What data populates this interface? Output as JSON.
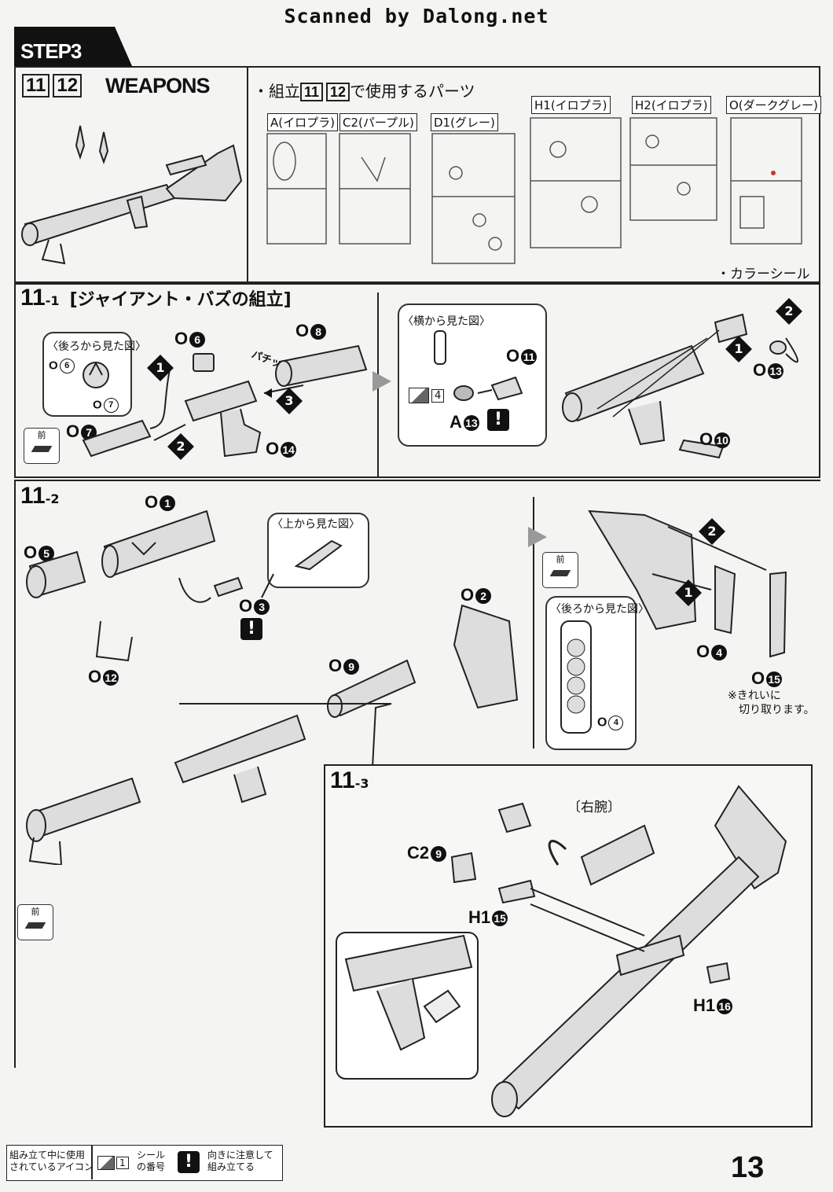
{
  "header": {
    "scan_credit": "Scanned by Dalong.net"
  },
  "step": {
    "label": "STEP3",
    "numbers": [
      "11",
      "12"
    ],
    "title": "WEAPONS"
  },
  "parts_panel": {
    "title_prefix": "・組立",
    "title_numbers": [
      "11",
      "12"
    ],
    "title_suffix": "で使用するパーツ",
    "runners": [
      {
        "label": "A(イロプラ)"
      },
      {
        "label": "C2(パープル)"
      },
      {
        "label": "D1(グレー)"
      },
      {
        "label": "H1(イロプラ)"
      },
      {
        "label": "H2(イロプラ)"
      },
      {
        "label": "O(ダークグレー)"
      }
    ],
    "sticker_note": "・カラーシール"
  },
  "step11_1": {
    "number": "11",
    "sub": "-1",
    "title": "[ジャイアント・バズの組立]",
    "rear_view": "〈後ろから見た図〉",
    "side_view": "〈横から見た図〉",
    "front": "前",
    "snap": "パチッ",
    "sticker_number": "4",
    "parts": {
      "o6": {
        "letter": "O",
        "num": "6"
      },
      "o6_small": {
        "letter": "O",
        "num": "6"
      },
      "o7_small": {
        "letter": "O",
        "num": "7"
      },
      "o7": {
        "letter": "O",
        "num": "7"
      },
      "o8": {
        "letter": "O",
        "num": "8"
      },
      "o14": {
        "letter": "O",
        "num": "14"
      },
      "o11": {
        "letter": "O",
        "num": "11"
      },
      "a13": {
        "letter": "A",
        "num": "13"
      },
      "o13": {
        "letter": "O",
        "num": "13"
      },
      "o10": {
        "letter": "O",
        "num": "10"
      }
    },
    "steps": [
      "1",
      "2",
      "3"
    ]
  },
  "step11_2": {
    "number": "11",
    "sub": "-2",
    "top_view": "〈上から見た図〉",
    "rear_view": "〈後ろから見た図〉",
    "front": "前",
    "note_line1": "※きれいに",
    "note_line2": "切り取ります。",
    "parts": {
      "o1": {
        "letter": "O",
        "num": "1"
      },
      "o5": {
        "letter": "O",
        "num": "5"
      },
      "o3": {
        "letter": "O",
        "num": "3"
      },
      "o12": {
        "letter": "O",
        "num": "12"
      },
      "o2": {
        "letter": "O",
        "num": "2"
      },
      "o9": {
        "letter": "O",
        "num": "9"
      },
      "o4": {
        "letter": "O",
        "num": "4"
      },
      "o4b": {
        "letter": "O",
        "num": "4"
      },
      "o15": {
        "letter": "O",
        "num": "15"
      }
    }
  },
  "step11_3": {
    "number": "11",
    "sub": "-3",
    "right_arm": "〔右腕〕",
    "parts": {
      "c29": {
        "letter": "C2",
        "num": "9"
      },
      "h115": {
        "letter": "H1",
        "num": "15"
      },
      "h116": {
        "letter": "H1",
        "num": "16"
      }
    }
  },
  "legend": {
    "title_line1": "組み立て中に使用",
    "title_line2": "されているアイコン",
    "sticker_icon_num": "1",
    "sticker_label_line1": "シール",
    "sticker_label_line2": "の番号",
    "warn_label_line1": "向きに注意して",
    "warn_label_line2": "組み立てる"
  },
  "page_number": "13"
}
